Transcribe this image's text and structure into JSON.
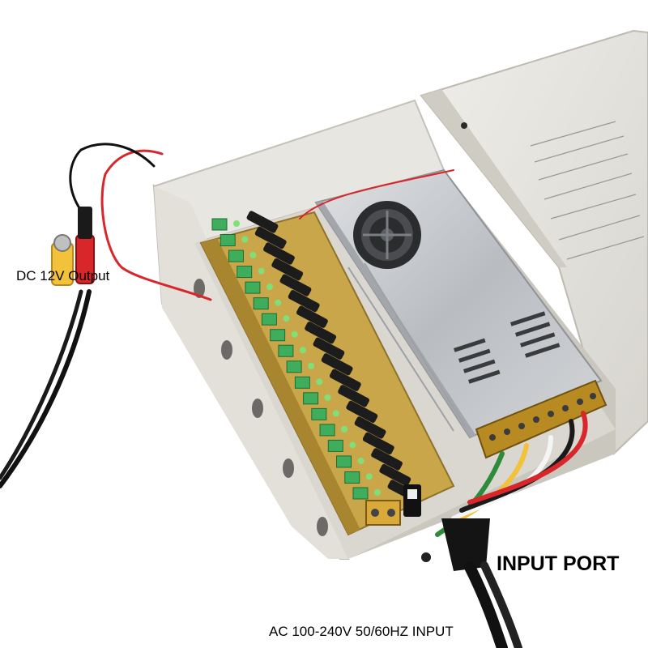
{
  "labels": {
    "dc_output": "DC 12V Output",
    "input_port": "INPUT PORT",
    "ac_input": "AC 100-240V 50/60HZ INPUT"
  },
  "colors": {
    "background": "#ffffff",
    "enclosure": "#e4e2dc",
    "pcb": "#c9a64a",
    "terminal_green": "#3fae5c",
    "fuse_black": "#1c1c1c",
    "psu_silver": "#c8cacd",
    "wire_red": "#d8262b",
    "wire_yellow": "#f2c23a",
    "cable_black": "#111111"
  },
  "counts": {
    "output_channels": 18
  }
}
